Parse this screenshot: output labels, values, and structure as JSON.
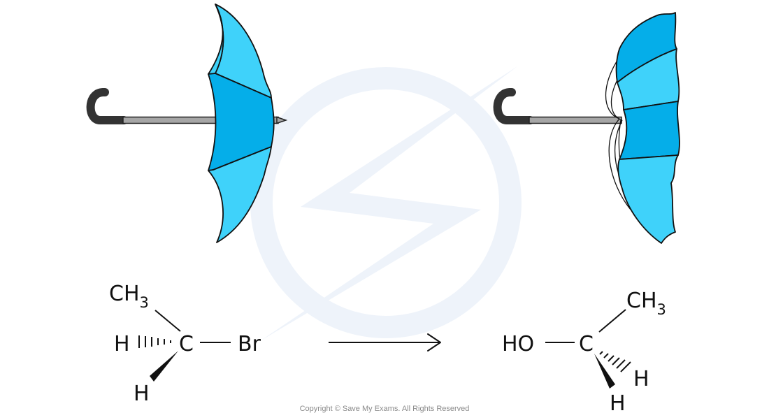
{
  "colors": {
    "canopy_light": "#3fd2fa",
    "canopy_dark": "#05aee9",
    "handle": "#333333",
    "shaft": "#a6a6a6",
    "hydroxyl": "#179a3c",
    "bromine": "#d2173c",
    "watermark": "#eef3fa"
  },
  "icons": {
    "umbrella_left": "umbrella-icon",
    "umbrella_right": "inverted-umbrella-icon",
    "watermark": "lightning-bolt-icon"
  },
  "reactant": {
    "top_group": {
      "main": "CH",
      "sub": "3"
    },
    "carbon": "C",
    "hash_h": "H",
    "wedge_h": "H",
    "leaving_group": "Br"
  },
  "product": {
    "top_group": {
      "main": "CH",
      "sub": "3"
    },
    "carbon": "C",
    "hash_h": "H",
    "wedge_h": "H",
    "nucleophile": "HO"
  },
  "footer": {
    "copyright": "Copyright © Save My Exams. All Rights Reserved"
  }
}
